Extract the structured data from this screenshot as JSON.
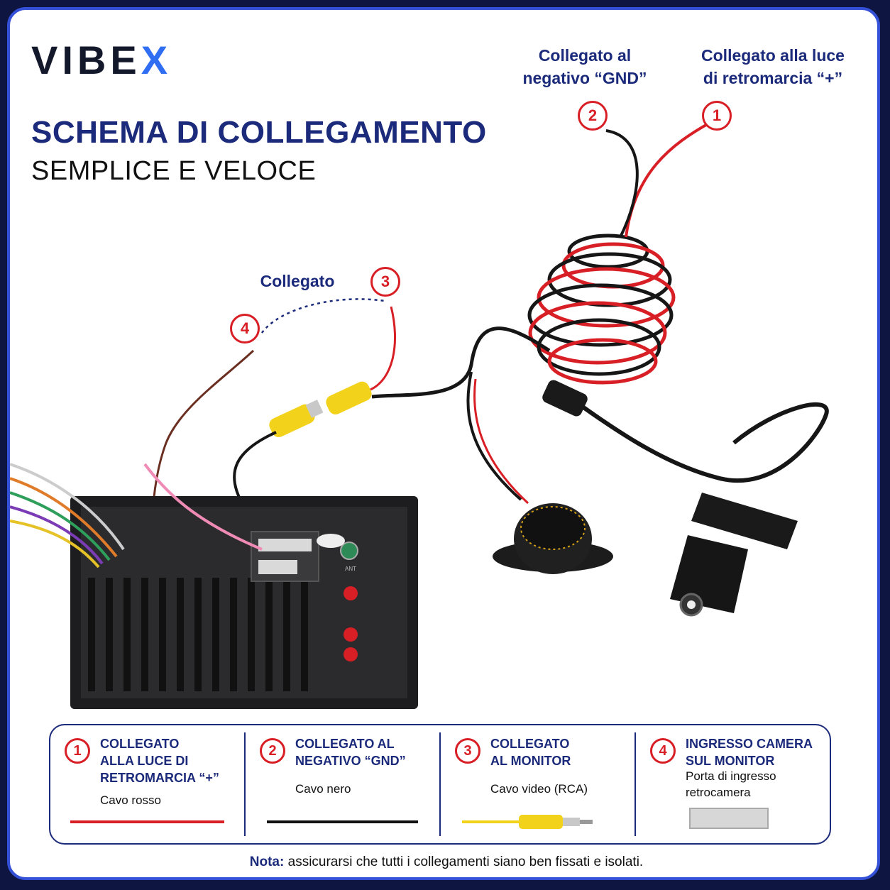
{
  "brand": {
    "name_main": "VIBE",
    "name_accent": "X"
  },
  "header": {
    "title": "SCHEMA DI COLLEGAMENTO",
    "subtitle": "SEMPLICE E VELOCE"
  },
  "callouts": {
    "c1": {
      "num": "1",
      "text": "Collegato alla luce\ndi retromarcia “+”"
    },
    "c2": {
      "num": "2",
      "text": "Collegato al\nnegativo “GND”"
    },
    "c3": {
      "num": "3"
    },
    "c4": {
      "num": "4"
    },
    "link": {
      "text": "Collegato"
    }
  },
  "unit_labels": {
    "ant": "ANT"
  },
  "legend": [
    {
      "num": "1",
      "title": "COLLEGATO\nALLA LUCE DI\nRETROMARCIA “+”",
      "desc": "Cavo rosso",
      "swatch": "red-wire"
    },
    {
      "num": "2",
      "title": "COLLEGATO AL\nNEGATIVO “GND”",
      "desc": "Cavo nero",
      "swatch": "black-wire"
    },
    {
      "num": "3",
      "title": "COLLEGATO\nAL MONITOR",
      "desc": "Cavo video (RCA)",
      "swatch": "rca-plug"
    },
    {
      "num": "4",
      "title": "INGRESSO CAMERA\nSUL MONITOR",
      "desc": "Porta di ingresso\nretrocamera",
      "swatch": "connector-port"
    }
  ],
  "note": {
    "label": "Nota:",
    "text": " assicurarsi che tutti i collegamenti siano ben fissati e isolati."
  },
  "colors": {
    "navy": "#1b2a7a",
    "accent_blue": "#2f6df2",
    "red": "#d81f26",
    "border": "#3350d6"
  }
}
